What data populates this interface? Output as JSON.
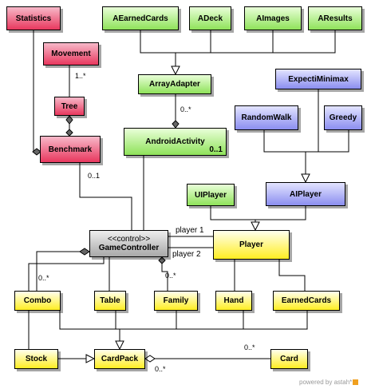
{
  "classes": {
    "statistics": "Statistics",
    "movement": "Movement",
    "tree": "Tree",
    "benchmark": "Benchmark",
    "a_earned_cards": "AEarnedCards",
    "a_deck": "ADeck",
    "a_images": "AImages",
    "a_results": "AResults",
    "array_adapter": "ArrayAdapter",
    "android_activity": "AndroidActivity",
    "android_activity_mult": "0..1",
    "expecti_minimax": "ExpectiMinimax",
    "random_walk": "RandomWalk",
    "greedy": "Greedy",
    "ui_player": "UIPlayer",
    "ai_player": "AIPlayer",
    "player": "Player",
    "game_controller_stereotype": "<<control>>",
    "game_controller": "GameController",
    "combo": "Combo",
    "table": "Table",
    "family": "Family",
    "hand": "Hand",
    "earned_cards": "EarnedCards",
    "stock": "Stock",
    "card_pack": "CardPack",
    "card": "Card"
  },
  "multiplicities": {
    "movement_tree": "1..*",
    "array_adapter_activity": "0..*",
    "benchmark_controller": "0..1",
    "controller_combo": "0..*",
    "controller_family": "0..*",
    "cardpack_card_left": "0..*",
    "cardpack_card_right": "0..*"
  },
  "roles": {
    "player1": "player 1",
    "player2": "player 2"
  },
  "watermark": "powered by astah*",
  "colors": {
    "red_class": "#e8385e",
    "green_class": "#8fe25a",
    "blue_class": "#8b8ef0",
    "yellow_class": "#ffee22",
    "control_class": "#a8a8a8",
    "lines": "#000000"
  }
}
